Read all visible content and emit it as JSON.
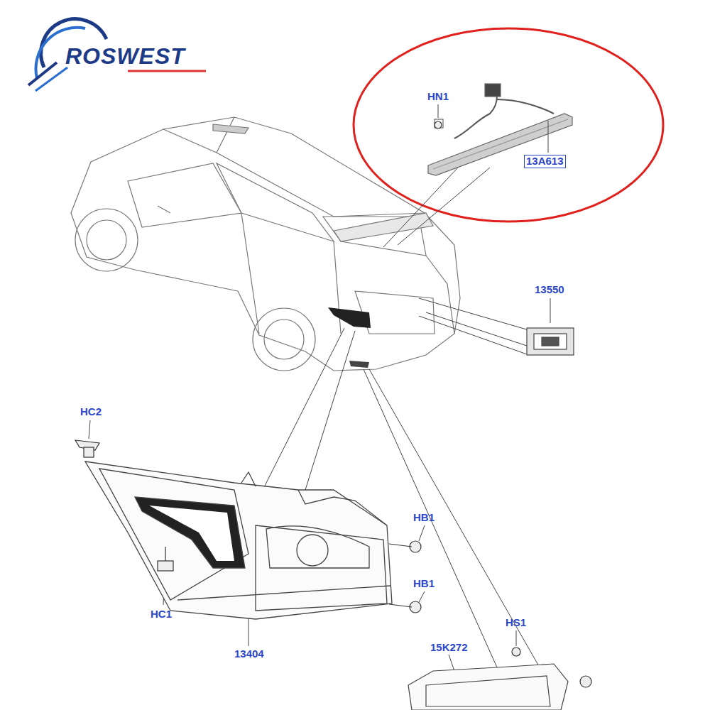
{
  "diagram": {
    "labels": [
      "ROSWEST",
      "HN1",
      "13A613",
      "13550",
      "HC2",
      "HB1",
      "HB1",
      "HC1",
      "13404",
      "HS1",
      "15K272"
    ]
  }
}
